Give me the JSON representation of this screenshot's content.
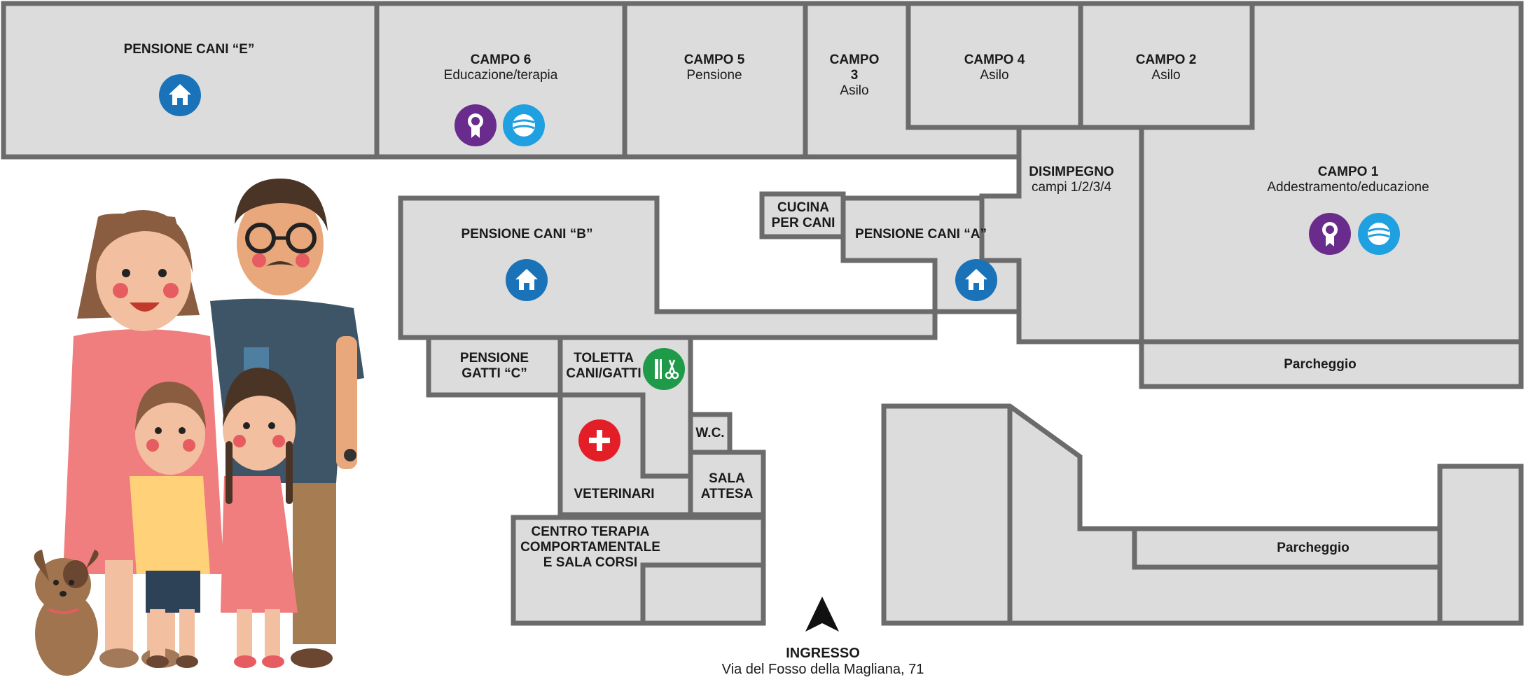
{
  "rooms": {
    "pensione_e": {
      "title": "PENSIONE CANI “E”"
    },
    "campo6": {
      "title": "CAMPO 6",
      "subtitle": "Educazione/terapia"
    },
    "campo5": {
      "title": "CAMPO 5",
      "subtitle": "Pensione"
    },
    "campo3": {
      "title_line1": "CAMPO",
      "title_line2": "3",
      "subtitle": "Asilo"
    },
    "campo4": {
      "title": "CAMPO 4",
      "subtitle": "Asilo"
    },
    "campo2": {
      "title": "CAMPO 2",
      "subtitle": "Asilo"
    },
    "disimpegno": {
      "title": "DISIMPEGNO",
      "subtitle": "campi 1/2/3/4"
    },
    "campo1": {
      "title": "CAMPO 1",
      "subtitle": "Addestramento/educazione"
    },
    "parcheggio_top": {
      "title": "Parcheggio"
    },
    "parcheggio_bottom": {
      "title": "Parcheggio"
    },
    "pensione_b": {
      "title": "PENSIONE CANI “B”"
    },
    "cucina": {
      "line1": "CUCINA",
      "line2": "PER CANI"
    },
    "pensione_a": {
      "title": "PENSIONE CANI “A”"
    },
    "pensione_c": {
      "line1": "PENSIONE",
      "line2": "GATTI “C”"
    },
    "toletta": {
      "line1": "TOLETTA",
      "line2": "CANI/GATTI"
    },
    "wc": {
      "title": "W.C."
    },
    "veterinari": {
      "title": "VETERINARI"
    },
    "sala_attesa": {
      "line1": "SALA",
      "line2": "ATTESA"
    },
    "centro": {
      "line1": "CENTRO TERAPIA",
      "line2": "COMPORTAMENTALE",
      "line3": "E SALA CORSI"
    }
  },
  "entrance": {
    "title": "INGRESSO",
    "address": "Via del Fosso della Magliana, 71"
  },
  "colors": {
    "room_fill": "#dcdcdc",
    "wall": "#6b6b6b",
    "home_icon": "#1a73b8",
    "award_icon": "#6a2c8c",
    "ball_icon": "#1fa0e0",
    "grooming_icon": "#1f9a48",
    "medical_icon": "#e41e26"
  },
  "icons": [
    "home-icon",
    "award-ribbon-icon",
    "ball-icon",
    "grooming-icon",
    "medical-cross-icon",
    "north-arrow-icon"
  ]
}
